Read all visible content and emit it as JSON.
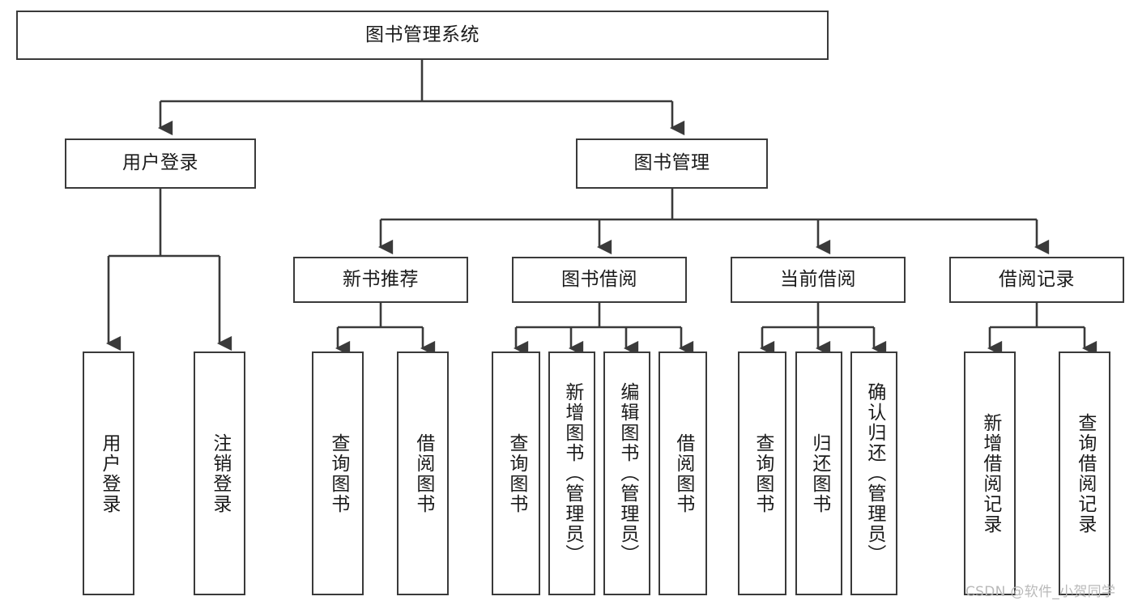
{
  "diagram": {
    "title": "图书管理系统",
    "type": "tree-structure-chart",
    "colors": {
      "background": "#ffffff",
      "border": "#3a3a3a",
      "text": "#1b1b1b",
      "edge": "#3a3a3a",
      "watermark": "#b9b9b9"
    },
    "nodes": {
      "root": {
        "label": "图书管理系统"
      },
      "level2": [
        {
          "label": "用户登录"
        },
        {
          "label": "图书管理"
        }
      ],
      "level3": [
        {
          "label": "新书推荐"
        },
        {
          "label": "图书借阅"
        },
        {
          "label": "当前借阅"
        },
        {
          "label": "借阅记录"
        }
      ],
      "leaves_user_login": [
        {
          "label": "用户登录"
        },
        {
          "label": "注销登录"
        }
      ],
      "leaves_new_books": [
        {
          "label": "查询图书"
        },
        {
          "label": "借阅图书"
        }
      ],
      "leaves_borrow": [
        {
          "label": "查询图书"
        },
        {
          "label": "新增图书（管理员）"
        },
        {
          "label": "编辑图书（管理员）"
        },
        {
          "label": "借阅图书"
        }
      ],
      "leaves_current": [
        {
          "label": "查询图书"
        },
        {
          "label": "归还图书"
        },
        {
          "label": "确认归还（管理员）"
        }
      ],
      "leaves_records": [
        {
          "label": "新增借阅记录"
        },
        {
          "label": "查询借阅记录"
        }
      ]
    },
    "watermark": "CSDN @软件_小贺同学"
  }
}
